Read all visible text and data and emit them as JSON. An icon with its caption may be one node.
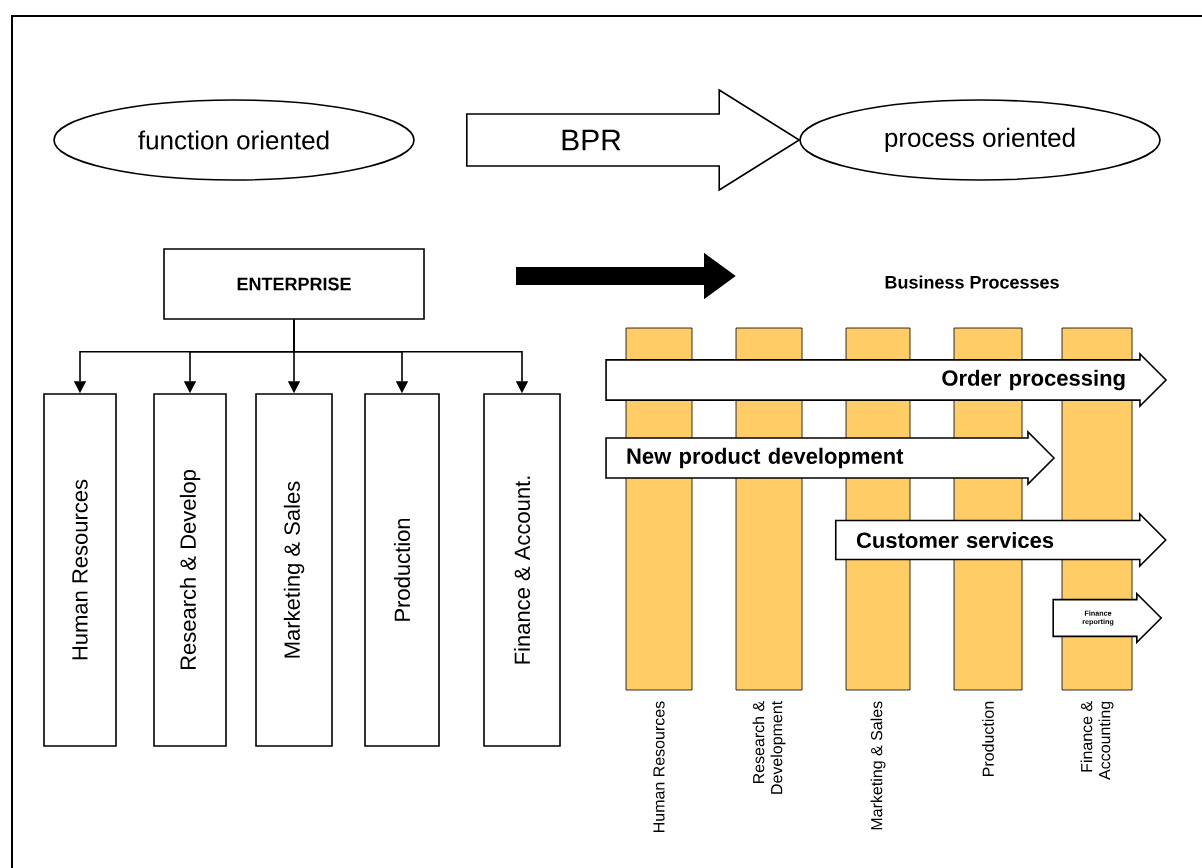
{
  "diagram": {
    "nodes": [
      {
        "text": [
          "function oriented"
        ]
      },
      {
        "text": [
          "process oriented"
        ]
      },
      {
        "text": [
          "ENTERPRISE"
        ]
      },
      {
        "text": [
          "Human Resources"
        ]
      },
      {
        "text": [
          "Research & Develop"
        ]
      },
      {
        "text": [
          "Marketing & Sales"
        ]
      },
      {
        "text": [
          "Production"
        ]
      },
      {
        "text": [
          "Finance & Account."
        ]
      },
      {
        "text": [],
        "shape": "bar",
        "beside": [
          "Human Resources"
        ]
      },
      {
        "text": [],
        "shape": "bar",
        "beside": [
          "Research & Development"
        ]
      },
      {
        "text": [],
        "shape": "bar",
        "beside": [
          "Marketing & Sales"
        ]
      },
      {
        "text": [],
        "shape": "bar",
        "beside": [
          "Production"
        ]
      },
      {
        "text": [],
        "shape": "bar",
        "beside": [
          "Finance & Accounting"
        ]
      },
      {
        "text": [
          "Order processing"
        ]
      },
      {
        "text": [
          "New product development"
        ]
      },
      {
        "text": [
          "Customer services"
        ]
      },
      {
        "text": [
          "Finance reporting"
        ]
      }
    ],
    "edges": [
      {
        "from": 0,
        "to": 1,
        "arrow": "to",
        "label": "BPR"
      },
      {
        "from": 2,
        "to": 3,
        "arrow": "to"
      },
      {
        "from": 2,
        "to": 4,
        "arrow": "to"
      },
      {
        "from": 2,
        "to": 5,
        "arrow": "to"
      },
      {
        "from": 2,
        "to": 6,
        "arrow": "to"
      },
      {
        "from": 2,
        "to": 7,
        "arrow": "to"
      }
    ],
    "labels": [
      "Business Processes"
    ]
  }
}
